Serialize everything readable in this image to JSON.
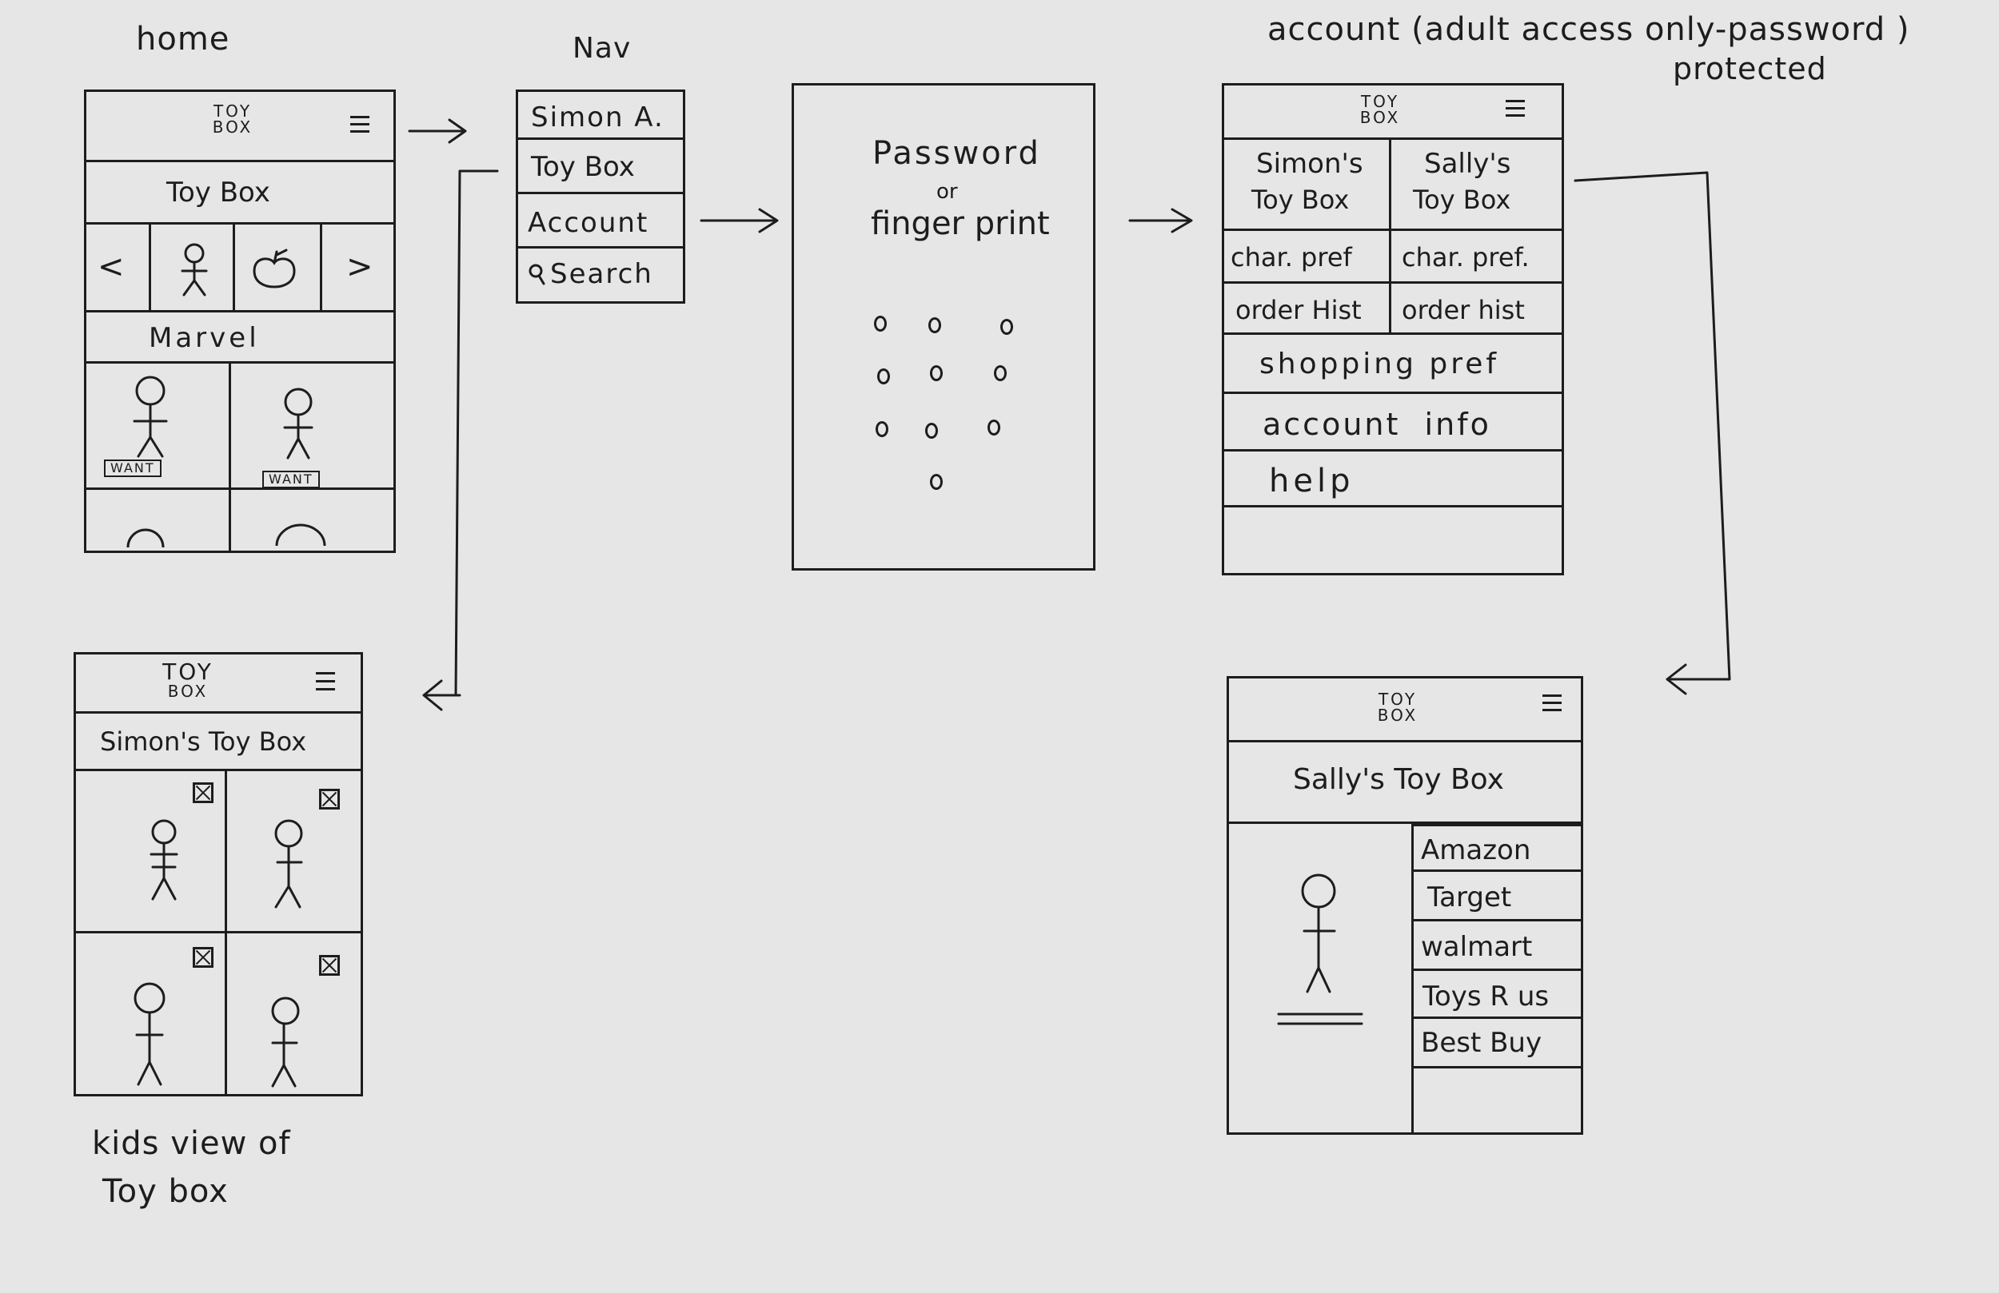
{
  "titles": {
    "home": "home",
    "nav": "Nav",
    "account": "account (adult access only-password )",
    "account_line2": "protected",
    "kids": "kids view of",
    "kids_line2": "Toy box"
  },
  "logo": {
    "line1": "TOY",
    "line2": "BOX"
  },
  "home_screen": {
    "brand": "Toy Box",
    "carousel": {
      "prev": "<",
      "next": ">"
    },
    "category": "Marvel",
    "want_label": "WANT",
    "want_label_2": "WANT"
  },
  "nav_menu": {
    "items": [
      "Simon A.",
      "Toy Box",
      "Account",
      "Search"
    ],
    "search_icon": "search-icon"
  },
  "password_screen": {
    "title_line1": "Password",
    "title_line2": "or",
    "title_line3": "finger print",
    "keypad_keys": 10
  },
  "account_screen": {
    "col1_line1": "Simon's",
    "col1_line2": "Toy Box",
    "col2_line1": "Sally's",
    "col2_line2": "Toy Box",
    "char_pref_1": "char. pref",
    "char_pref_2": "char. pref.",
    "order_hist_1": "order Hist",
    "order_hist_2": "order hist",
    "shopping_pref": "shopping pref",
    "account_info": "account  info",
    "help": "help"
  },
  "kids_screen": {
    "title": "Simon's Toy Box"
  },
  "sally_screen": {
    "title": "Sally's Toy Box",
    "stores": [
      "Amazon",
      "Target",
      "walmart",
      "Toys R us",
      "Best Buy"
    ]
  }
}
